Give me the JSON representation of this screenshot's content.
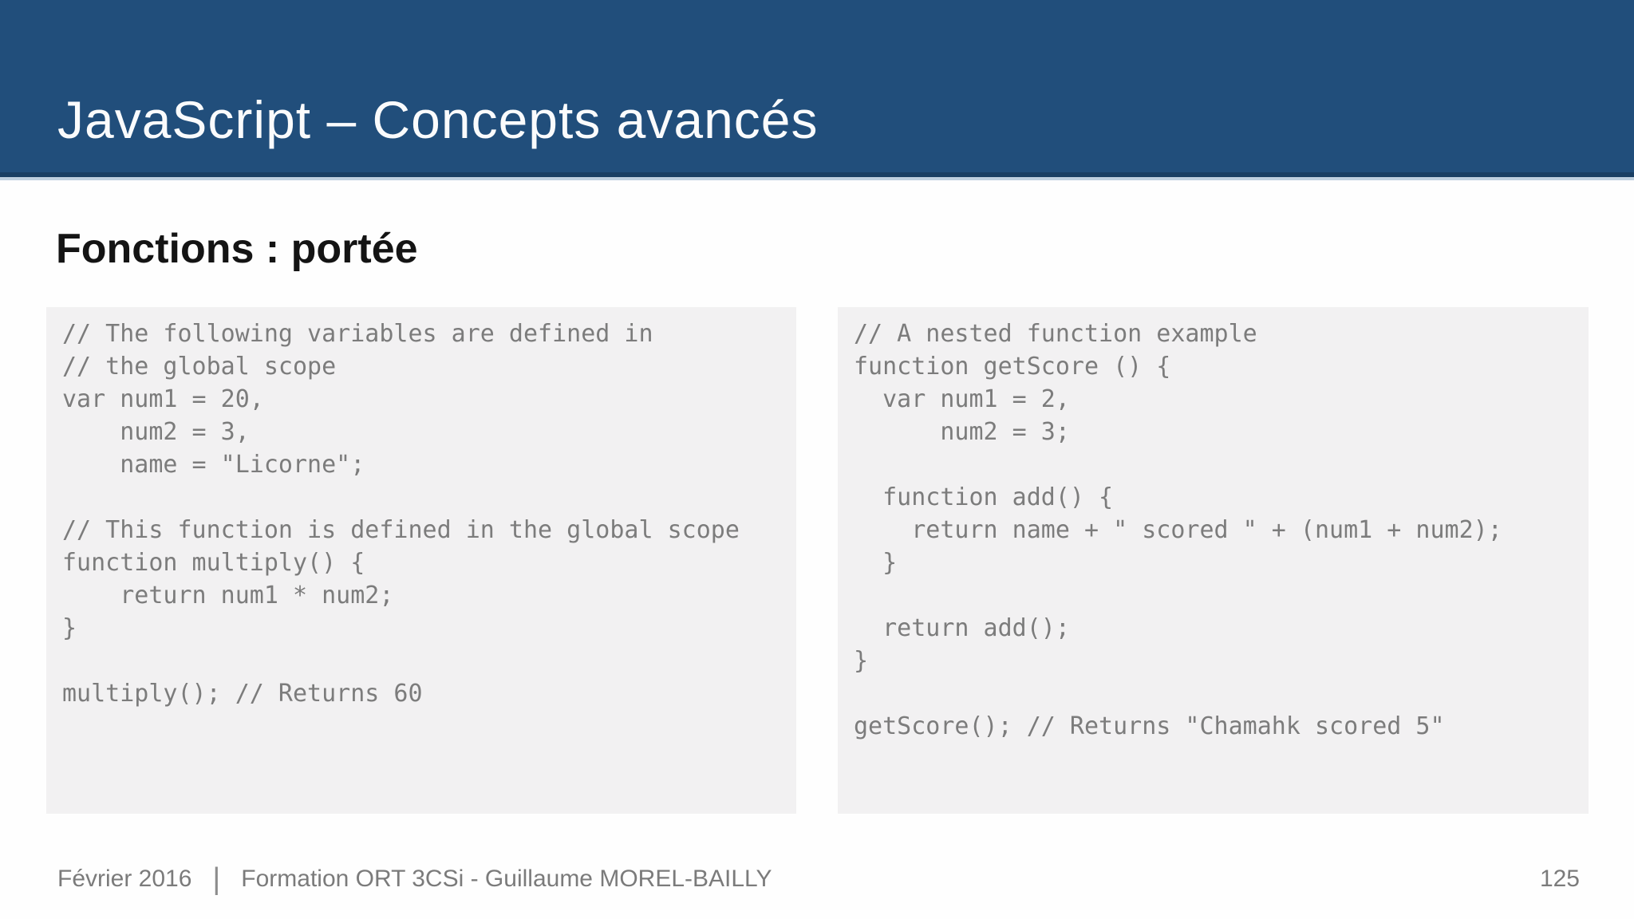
{
  "header": {
    "title": "JavaScript – Concepts avancés"
  },
  "content": {
    "heading": "Fonctions : portée",
    "code_blocks": [
      {
        "name": "global-scope-example",
        "code": "// The following variables are defined in\n// the global scope\nvar num1 = 20,\n    num2 = 3,\n    name = \"Licorne\";\n\n// This function is defined in the global scope\nfunction multiply() {\n    return num1 * num2;\n}\n\nmultiply(); // Returns 60"
      },
      {
        "name": "nested-function-example",
        "code": "// A nested function example\nfunction getScore () {\n  var num1 = 2,\n      num2 = 3;\n\n  function add() {\n    return name + \" scored \" + (num1 + num2);\n  }\n\n  return add();\n}\n\ngetScore(); // Returns \"Chamahk scored 5\""
      }
    ]
  },
  "footer": {
    "date": "Février 2016",
    "separator": "|",
    "credit": "Formation ORT 3CSi - Guillaume MOREL-BAILLY",
    "page_number": "125"
  },
  "colors": {
    "header_bg": "#214E7B",
    "header_line": "#BFD0DF",
    "code_bg": "#F2F1F2",
    "code_text": "#7C7C7C",
    "heading_text": "#141414",
    "footer_text": "#7B7B7B",
    "title_text": "#FAFBFC"
  }
}
